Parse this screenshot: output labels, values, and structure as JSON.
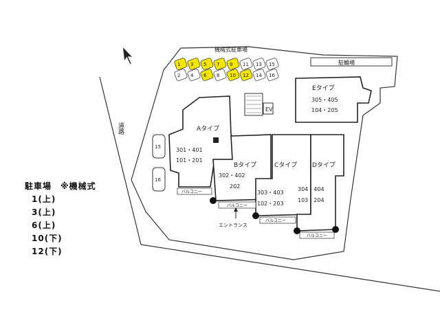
{
  "site_plan": {
    "labels": {
      "mechanical_parking": "機械式駐車場",
      "bicycle_parking": "駐輪場",
      "road": "道路",
      "elevator": "EV",
      "entrance": "エントランス",
      "balcony": "バルコニー"
    },
    "units": [
      {
        "type": "Aタイプ",
        "rooms_upper": "301・401",
        "rooms_lower": "101・201"
      },
      {
        "type": "Bタイプ",
        "rooms_upper": "302・402",
        "rooms_lower": "202"
      },
      {
        "type": "Cタイプ",
        "rooms_upper": "303・403",
        "rooms_lower": "102・203"
      },
      {
        "type": "Dタイプ",
        "rooms_upper": "304・404",
        "rooms_lower": "103・204"
      },
      {
        "type": "Eタイプ",
        "rooms_upper": "305・405",
        "rooms_lower": "104・205"
      }
    ],
    "parking_numbers": {
      "top_row": [
        "1",
        "3",
        "5",
        "7",
        "9",
        "11",
        "13",
        "15"
      ],
      "bottom_row": [
        "2",
        "4",
        "6",
        "8",
        "10",
        "12",
        "14",
        "16"
      ]
    },
    "side_parking": [
      "15",
      "16"
    ]
  },
  "legend": {
    "title": "駐車場　※機械式",
    "items": [
      "1(上)",
      "3(上)",
      "6(上)",
      "10(下)",
      "12(下)"
    ]
  },
  "colors": {
    "highlight": "#f2e600",
    "line": "#222222"
  }
}
